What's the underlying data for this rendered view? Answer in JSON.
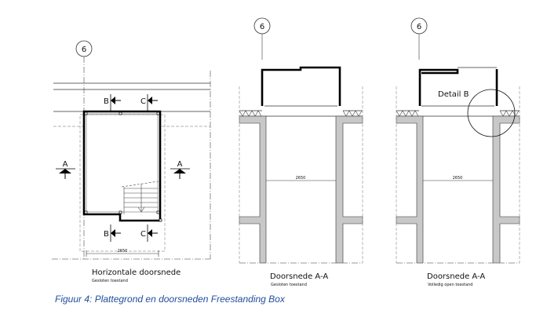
{
  "plan": {
    "grid_label": "6",
    "section_b": "B",
    "section_c": "C",
    "section_a": "A",
    "dimension": "2650",
    "title": "Horizontale doorsnede",
    "subtitle": "Gesloten toestand"
  },
  "section_closed": {
    "grid_label": "6",
    "dimension": "2650",
    "title": "Doorsnede A-A",
    "subtitle": "Gesloten toestand"
  },
  "section_open": {
    "grid_label": "6",
    "dimension": "2650",
    "detail_label": "Detail B",
    "title": "Doorsnede A-A",
    "subtitle": "Volledig open toestand"
  },
  "caption": "Figuur 4: Plattegrond en doorsneden Freestanding Box",
  "colors": {
    "caption": "#1f4e9c",
    "wall": "#c8c8c8"
  }
}
